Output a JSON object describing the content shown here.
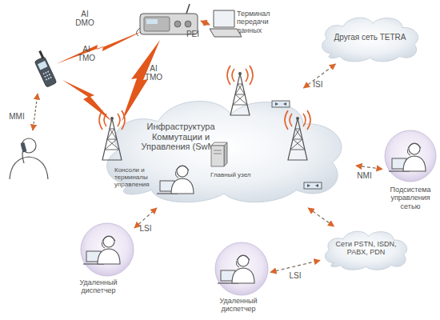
{
  "diagram": {
    "nodes": [
      {
        "text": [
          "Терминал передачи данных"
        ]
      },
      {
        "text": [
          "Другая сеть TETRA"
        ]
      },
      {
        "text": [
          "Инфраструктура Коммутации и Управления (SwMI)"
        ]
      },
      {
        "text": [
          "Консоли и терминалы управления"
        ],
        "in": 2
      },
      {
        "text": [
          "Главный узел"
        ],
        "in": 2
      },
      {
        "text": [
          "Подсистема управления сетью"
        ]
      },
      {
        "text": [
          "Сети PSTN, ISDN, PABX, PDN"
        ]
      },
      {
        "text": [
          "Удаленный диспетчер"
        ]
      },
      {
        "text": [
          "Удаленный диспетчер"
        ]
      }
    ],
    "edges": [
      {
        "from": 2,
        "to": 1,
        "arrow": "both",
        "label": "ISI"
      },
      {
        "from": 2,
        "to": 5,
        "arrow": "both",
        "label": "NMI"
      },
      {
        "from": 7,
        "to": 2,
        "arrow": "both",
        "label": "LSI"
      },
      {
        "from": 2,
        "to": 6,
        "arrow": "both"
      },
      {
        "from": 8,
        "to": 6,
        "arrow": "both",
        "label": "LSI"
      }
    ],
    "labels": [
      "AI DMO",
      "PEI",
      "AI TMO",
      "AI TMO",
      "MMI"
    ]
  }
}
